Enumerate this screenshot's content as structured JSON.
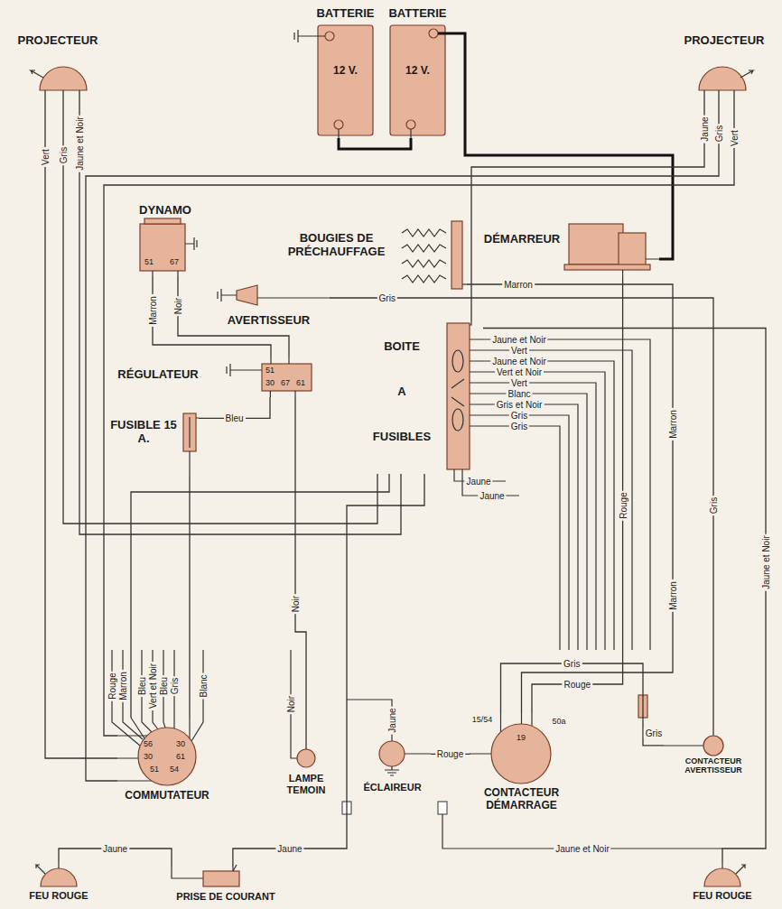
{
  "diagram": {
    "nodes": [
      {
        "text": [
          "PROJECTEUR"
        ]
      },
      {
        "text": [
          "BATTERIE",
          "12 V."
        ]
      },
      {
        "text": [
          "BATTERIE",
          "12 V."
        ]
      },
      {
        "text": [
          "PROJECTEUR"
        ]
      },
      {
        "text": [
          "DYNAMO",
          "51",
          "67"
        ]
      },
      {
        "text": [
          "BOUGIES DE PRÉCHAUFFAGE"
        ]
      },
      {
        "text": [
          "DÉMARREUR"
        ]
      },
      {
        "text": [
          "AVERTISSEUR"
        ]
      },
      {
        "text": [
          "RÉGULATEUR",
          "51",
          "30",
          "67",
          "61"
        ]
      },
      {
        "text": [
          "FUSIBLE 15 A."
        ]
      },
      {
        "text": [
          "BOITE A FUSIBLES"
        ]
      },
      {
        "text": [
          "COMMUTATEUR",
          "56",
          "30",
          "51",
          "30",
          "61",
          "54"
        ]
      },
      {
        "text": [
          "LAMPE TEMOIN"
        ]
      },
      {
        "text": [
          "ÉCLAIREUR"
        ]
      },
      {
        "text": [
          "CONTACTEUR DÉMARRAGE",
          "15/54",
          "19",
          "50a"
        ]
      },
      {
        "text": [
          "CONTACTEUR AVERTISSEUR"
        ]
      },
      {
        "text": [
          "FEU ROUGE"
        ]
      },
      {
        "text": [
          "PRISE DE COURANT"
        ]
      },
      {
        "text": [
          "FEU ROUGE"
        ]
      }
    ],
    "edges": [
      {
        "from": 1,
        "to": 2,
        "arrow": "none"
      },
      {
        "from": 2,
        "to": 6,
        "arrow": "none"
      },
      {
        "from": 7,
        "to": 15,
        "label": "Gris",
        "arrow": "none"
      },
      {
        "from": 5,
        "to": 14,
        "label": "Marron",
        "arrow": "none"
      },
      {
        "from": 4,
        "to": 8,
        "label": "Marron",
        "arrow": "none"
      },
      {
        "from": 4,
        "to": 8,
        "label": "Noir",
        "arrow": "none"
      },
      {
        "from": 8,
        "to": 9,
        "label": "Bleu",
        "arrow": "none"
      },
      {
        "from": 9,
        "to": 11,
        "arrow": "none"
      },
      {
        "from": 8,
        "to": 12,
        "label": "Noir",
        "arrow": "none"
      },
      {
        "from": 13,
        "to": 14,
        "label": "Rouge",
        "arrow": "none"
      },
      {
        "from": 14,
        "to": 15,
        "label": "Gris",
        "arrow": "none"
      },
      {
        "from": 16,
        "to": 17,
        "label": "Jaune",
        "arrow": "none"
      },
      {
        "from": 17,
        "to": 10,
        "label": "Jaune",
        "arrow": "none"
      },
      {
        "from": 10,
        "to": 11,
        "arrow": "none"
      },
      {
        "from": 10,
        "to": 18,
        "label": "Jaune et Noir",
        "arrow": "none"
      },
      {
        "from": 3,
        "to": 10,
        "label": "Jaune",
        "arrow": "none"
      },
      {
        "from": 3,
        "to": 11,
        "label": "Vert",
        "arrow": "none"
      },
      {
        "from": 0,
        "to": 11,
        "label": "Vert",
        "arrow": "none"
      },
      {
        "from": 0,
        "to": 10,
        "label": "Gris",
        "arrow": "none"
      },
      {
        "from": 0,
        "to": 10,
        "label": "Jaune et Noir",
        "arrow": "none"
      },
      {
        "from": 3,
        "to": 11,
        "label": "Gris",
        "arrow": "none"
      },
      {
        "from": 6,
        "to": 14,
        "label": "Rouge",
        "arrow": "none"
      }
    ],
    "labels": [
      "Jaune et Noir",
      "Vert",
      "Jaune et Noir",
      "Vert et Noir",
      "Vert",
      "Blanc",
      "Gris et Noir",
      "Gris",
      "Gris",
      "Jaune",
      "Jaune",
      "Rouge",
      "Marron",
      "Gris",
      "Marron",
      "Rouge",
      "Marron",
      "Bleu",
      "Vert et Noir",
      "Bleu",
      "Gris",
      "Blanc",
      "Noir",
      "Jaune",
      "Gris",
      "Jaune et Noir"
    ]
  }
}
